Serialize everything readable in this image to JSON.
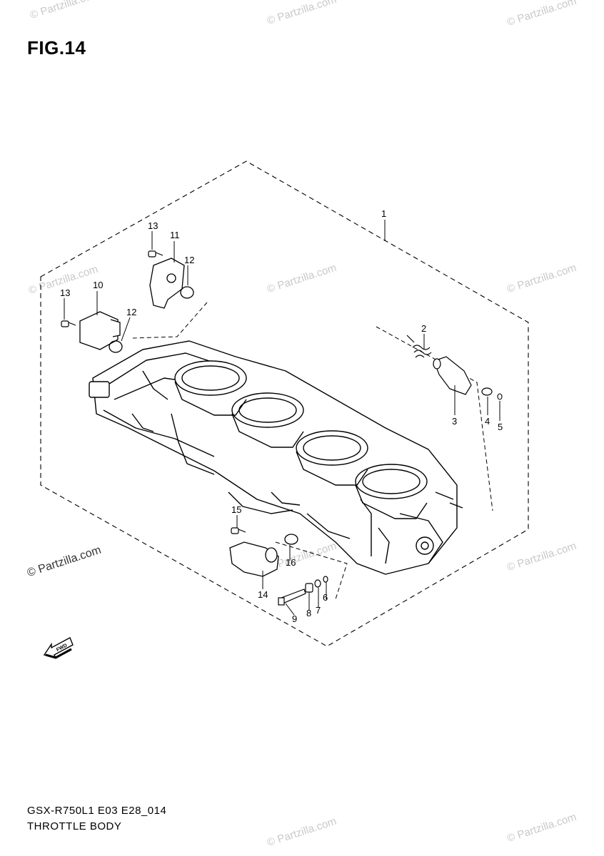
{
  "figure_title": "FIG.14",
  "footer": {
    "model_code": "GSX-R750L1 E03 E28_014",
    "section_name": "THROTTLE BODY"
  },
  "watermark": {
    "text": "© Partzilla.com",
    "primary_text": "© Partzilla.com"
  },
  "forward_arrow_label": "FWD",
  "callouts": [
    {
      "id": "c1",
      "label": "1"
    },
    {
      "id": "c2",
      "label": "2"
    },
    {
      "id": "c3",
      "label": "3"
    },
    {
      "id": "c4",
      "label": "4"
    },
    {
      "id": "c5",
      "label": "5"
    },
    {
      "id": "c6",
      "label": "6"
    },
    {
      "id": "c7",
      "label": "7"
    },
    {
      "id": "c8",
      "label": "8"
    },
    {
      "id": "c9",
      "label": "9"
    },
    {
      "id": "c10",
      "label": "10"
    },
    {
      "id": "c11",
      "label": "11"
    },
    {
      "id": "c12a",
      "label": "12"
    },
    {
      "id": "c12b",
      "label": "12"
    },
    {
      "id": "c13a",
      "label": "13"
    },
    {
      "id": "c13b",
      "label": "13"
    },
    {
      "id": "c14",
      "label": "14"
    },
    {
      "id": "c15",
      "label": "15"
    },
    {
      "id": "c16",
      "label": "16"
    }
  ]
}
